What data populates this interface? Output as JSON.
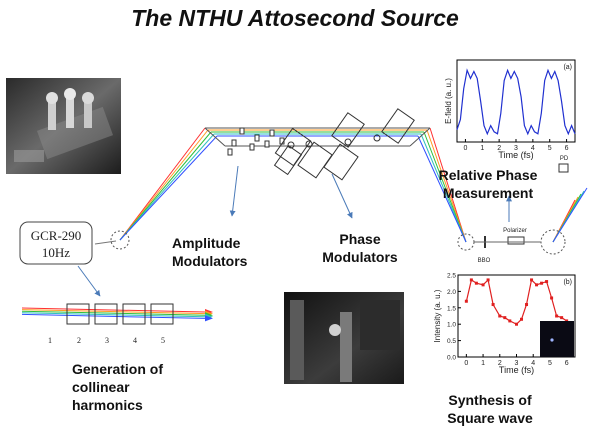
{
  "title": "The NTHU Attosecond Source",
  "labels": {
    "amplitude_1": "Amplitude",
    "amplitude_2": "Modulators",
    "phase_1": "Phase",
    "phase_2": "Modulators",
    "relative_1": "Relative Phase",
    "relative_2": "Measurement",
    "generation_1": "Generation of",
    "generation_2": "collinear",
    "generation_3": "harmonics",
    "synthesis_1": "Synthesis of",
    "synthesis_2": "Square wave"
  },
  "gcr": {
    "line1": "GCR-290",
    "line2": "10Hz"
  },
  "cells": [
    "1",
    "2",
    "3",
    "4",
    "5"
  ],
  "small_labels": {
    "pd": "PD",
    "polarizer": "Polarizer",
    "bbo": "BBO"
  },
  "colors": {
    "beam_red": "#ff3030",
    "beam_orange": "#ff9a20",
    "beam_green": "#2fbf3a",
    "beam_teal": "#30c0c0",
    "beam_blue": "#3050ff",
    "plot_blue": "#2030d0",
    "plot_red": "#e02020",
    "arrow": "#4a7ab8"
  },
  "chart_data": [
    {
      "type": "line",
      "panel_label": "(a)",
      "xlabel": "Time (fs)",
      "ylabel": "E-field (a. u.)",
      "xlim": [
        -0.5,
        6.5
      ],
      "ylim": [
        -1,
        1
      ],
      "xticks": [
        "0",
        "1",
        "2",
        "3",
        "4",
        "5",
        "6"
      ],
      "x": [
        -0.5,
        -0.3,
        -0.1,
        0.1,
        0.3,
        0.5,
        0.7,
        0.9,
        1.1,
        1.3,
        1.5,
        1.7,
        1.9,
        2.1,
        2.3,
        2.5,
        2.7,
        2.9,
        3.1,
        3.3,
        3.5,
        3.7,
        3.9,
        4.1,
        4.3,
        4.5,
        4.7,
        4.9,
        5.1,
        5.3,
        5.5,
        5.7,
        5.9,
        6.1,
        6.3,
        6.5
      ],
      "y": [
        -0.7,
        -0.45,
        0.3,
        0.75,
        0.55,
        0.72,
        0.55,
        0.0,
        -0.6,
        -0.8,
        -0.6,
        -0.75,
        -0.8,
        -0.3,
        0.5,
        0.75,
        0.55,
        0.72,
        0.55,
        0.1,
        -0.6,
        -0.8,
        -0.6,
        -0.75,
        -0.8,
        -0.3,
        0.5,
        0.75,
        0.55,
        0.72,
        0.5,
        0.0,
        -0.6,
        -0.8,
        -0.6,
        -0.8
      ]
    },
    {
      "type": "line",
      "panel_label": "(b)",
      "xlabel": "Time (fs)",
      "ylabel": "Intensity (a. u.)",
      "xlim": [
        -0.5,
        6.5
      ],
      "ylim": [
        0,
        2.5
      ],
      "xticks": [
        "0",
        "1",
        "2",
        "3",
        "4",
        "5",
        "6"
      ],
      "yticks": [
        "0.0",
        "0.5",
        "1.0",
        "1.5",
        "2.0",
        "2.5"
      ],
      "x": [
        0.0,
        0.3,
        0.6,
        1.0,
        1.3,
        1.6,
        2.0,
        2.3,
        2.6,
        3.0,
        3.3,
        3.6,
        3.9,
        4.2,
        4.5,
        4.8,
        5.1,
        5.4,
        5.7,
        6.0
      ],
      "y": [
        1.7,
        2.35,
        2.25,
        2.2,
        2.35,
        1.6,
        1.25,
        1.2,
        1.1,
        1.0,
        1.15,
        1.6,
        2.35,
        2.2,
        2.25,
        2.3,
        1.8,
        1.25,
        1.2,
        1.1
      ]
    }
  ]
}
